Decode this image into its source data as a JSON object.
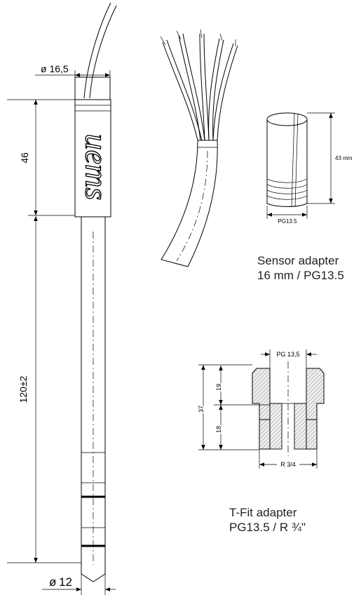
{
  "probe": {
    "dim_cable_diameter": "ø 16,5",
    "dim_head_length": "46",
    "dim_shaft_length": "120±2",
    "dim_shaft_diameter": "12",
    "diameter_symbol": "ø"
  },
  "sensor_adapter": {
    "dim_height": "43 mm",
    "thread_label": "PG13.5",
    "caption_line1": "Sensor adapter",
    "caption_line2": "16 mm / PG13.5"
  },
  "tfit_adapter": {
    "dim_top_thread": "PG 13,5",
    "dim_total": "37",
    "dim_upper": "19",
    "dim_lower": "18",
    "dim_bottom_thread": "R 3/4",
    "caption_line1": "T-Fit adapter",
    "caption_line2": "PG13.5 / R ¾\""
  }
}
